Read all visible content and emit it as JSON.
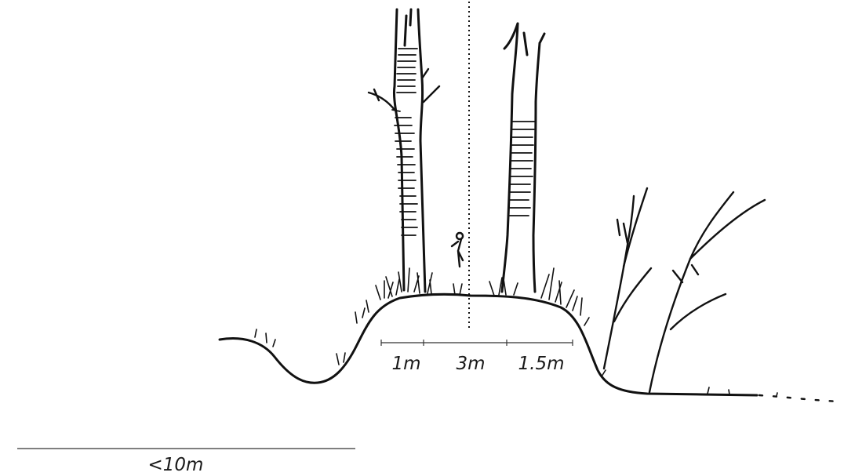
{
  "diagram": {
    "labels": {
      "left_verge": "1m",
      "center_path": "3m",
      "right_verge": "1.5m",
      "overall_width": "<10m"
    }
  }
}
